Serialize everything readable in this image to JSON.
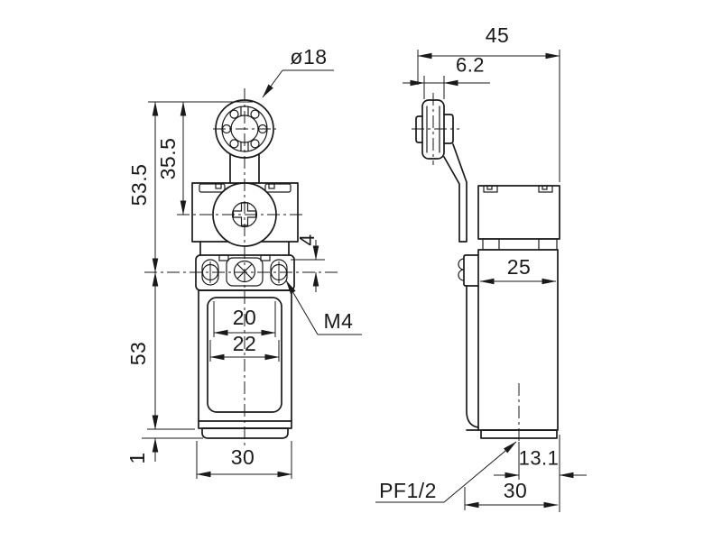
{
  "drawing": {
    "front_view": {
      "roller_diameter": "ø18",
      "height_total": "53.5",
      "roller_to_pivot": "35.5",
      "slot_offset": "4",
      "hole_spacing_inner": "20",
      "hole_spacing_outer": "22",
      "body_height": "53",
      "base_thickness": "1",
      "body_width": "30",
      "mounting_screw_thread": "M4"
    },
    "side_view": {
      "depth_total": "45",
      "roller_width": "6.2",
      "body_depth": "25",
      "conduit_offset": "13.1",
      "base_depth": "30",
      "conduit_thread": "PF1/2"
    }
  }
}
